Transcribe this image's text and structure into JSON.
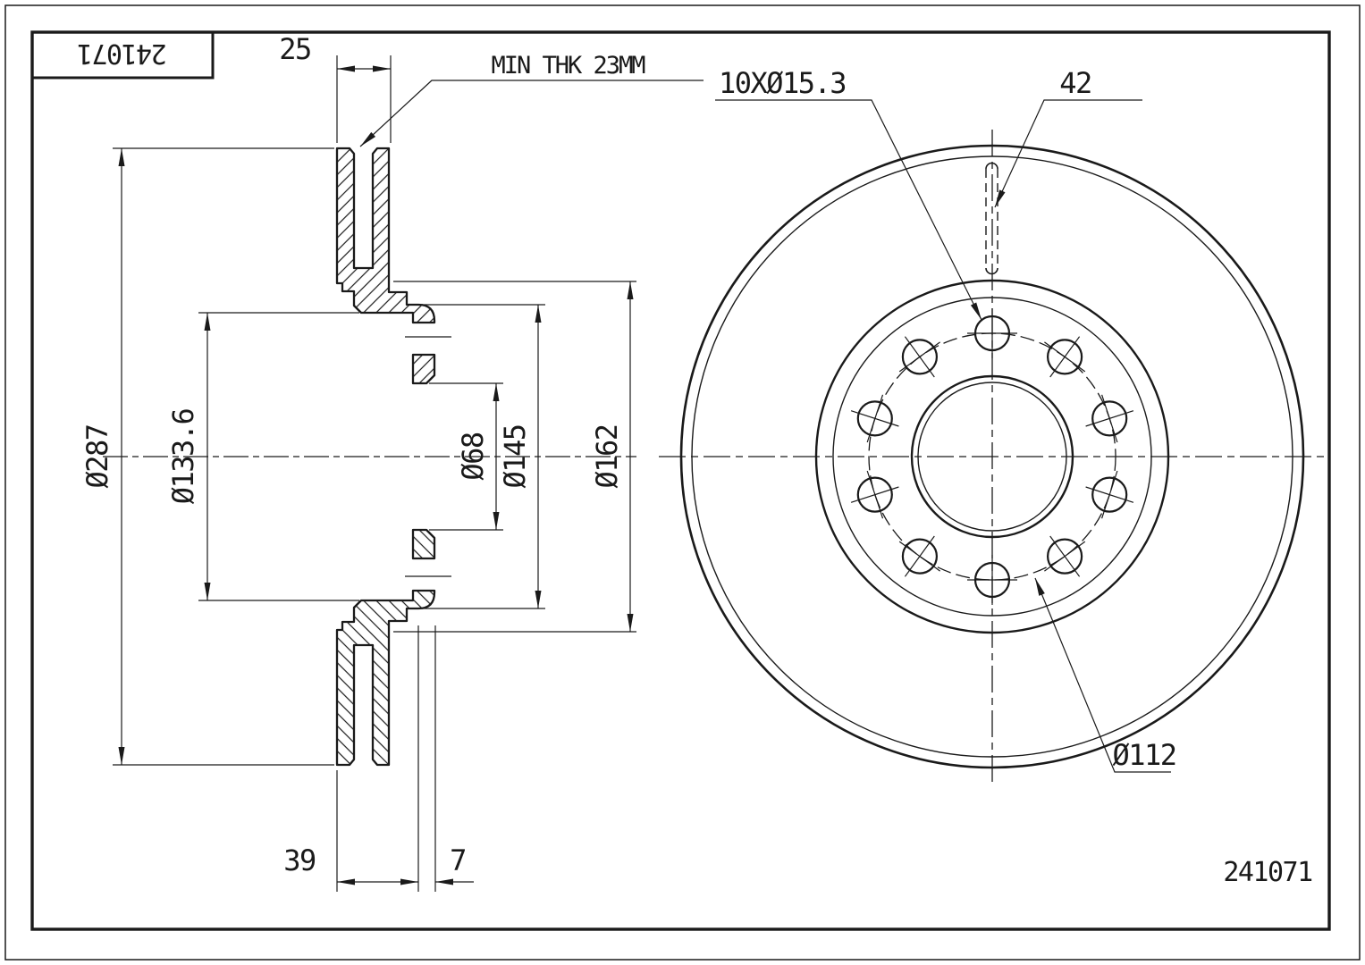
{
  "drawing": {
    "colors": {
      "line": "#1a1a1a",
      "background": "#ffffff"
    },
    "title_block": {
      "part_number": "241071"
    },
    "footer": {
      "part_number": "241071"
    },
    "section_view": {
      "thickness": "25",
      "min_thickness_note": "MIN THK 23MM",
      "outer_diameter": "Ø287",
      "hat_inner_diameter": "Ø133.6",
      "bore_diameter": "Ø68",
      "recess_diameter": "Ø145",
      "friction_inner_diameter": "Ø162",
      "hat_depth": "39",
      "rim_width": "7"
    },
    "front_view": {
      "bolt_holes_label": "10XØ15.3",
      "slot_dimension": "42",
      "bolt_circle_diameter": "Ø112"
    }
  }
}
